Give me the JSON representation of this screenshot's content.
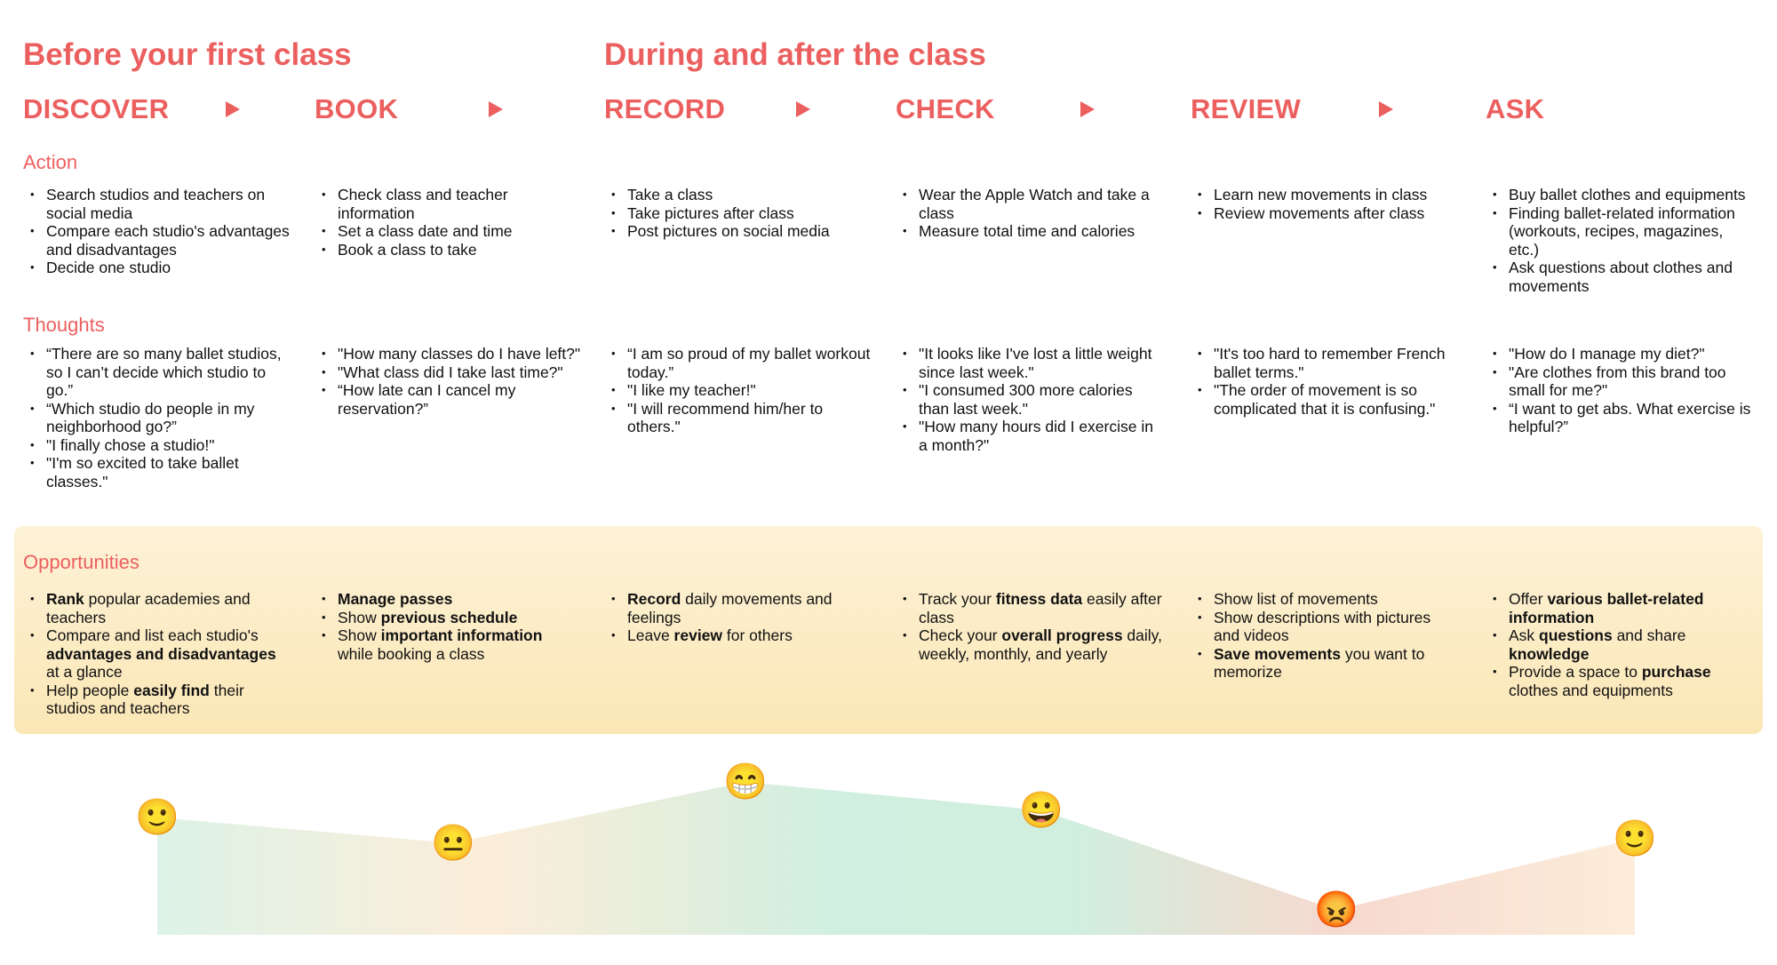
{
  "phases": [
    {
      "label": "Before your first class"
    },
    {
      "label": "During and after the class"
    }
  ],
  "stages": [
    "DISCOVER",
    "BOOK",
    "RECORD",
    "CHECK",
    "REVIEW",
    "ASK"
  ],
  "rows": {
    "action": "Action",
    "thoughts": "Thoughts",
    "opportunities": "Opportunities"
  },
  "action": [
    [
      "Search studios and teachers on social media",
      "Compare each studio's advantages and disadvantages",
      "Decide one studio"
    ],
    [
      "Check class and teacher information",
      "Set a class date and time",
      "Book a class to take"
    ],
    [
      "Take a class",
      "Take pictures after class",
      "Post pictures on social media"
    ],
    [
      "Wear the Apple Watch and take a class",
      "Measure total time and calories"
    ],
    [
      "Learn new movements in class",
      "Review movements after class"
    ],
    [
      "Buy ballet clothes and equipments",
      "Finding ballet-related information (workouts, recipes, magazines, etc.)",
      "Ask questions about clothes and movements"
    ]
  ],
  "thoughts": [
    [
      "“There are so many ballet studios, so I can’t decide which studio to go.”",
      "“Which studio do people in my neighborhood go?”",
      "\"I finally chose a studio!\"",
      "\"I'm so excited to take ballet classes.\""
    ],
    [
      "\"How many classes do I have left?\"",
      "\"What class did I take last time?\"",
      "“How late can I cancel my reservation?”"
    ],
    [
      "“I am so proud of my ballet workout today.”",
      "\"I like my teacher!\"",
      "\"I will recommend him/her to others.\""
    ],
    [
      "\"It looks like I've lost a little weight since last week.\"",
      "\"I consumed 300 more calories than last week.\"",
      "\"How many hours did I exercise in a month?\""
    ],
    [
      "\"It's too hard to remember French ballet terms.\"",
      "\"The order of movement is so complicated that it is confusing.\""
    ],
    [
      "\"How do I manage my diet?\"",
      "\"Are clothes from this brand too small for me?\"",
      "“I want to get abs. What exercise is helpful?”"
    ]
  ],
  "opportunities": [
    [
      [
        {
          "t": "Rank",
          "b": true
        },
        {
          "t": " popular academies and teachers"
        }
      ],
      [
        {
          "t": "Compare and list each studio's "
        },
        {
          "t": "advantages and disadvantages",
          "b": true
        },
        {
          "t": " at a glance"
        }
      ],
      [
        {
          "t": "Help people "
        },
        {
          "t": "easily find",
          "b": true
        },
        {
          "t": " their studios and teachers"
        }
      ]
    ],
    [
      [
        {
          "t": "Manage passes",
          "b": true
        }
      ],
      [
        {
          "t": "Show "
        },
        {
          "t": "previous schedule",
          "b": true
        }
      ],
      [
        {
          "t": "Show "
        },
        {
          "t": "important information",
          "b": true
        },
        {
          "t": " while booking a class"
        }
      ]
    ],
    [
      [
        {
          "t": "Record",
          "b": true
        },
        {
          "t": " daily movements and feelings"
        }
      ],
      [
        {
          "t": "Leave "
        },
        {
          "t": "review",
          "b": true
        },
        {
          "t": " for others"
        }
      ]
    ],
    [
      [
        {
          "t": "Track your "
        },
        {
          "t": "fitness data",
          "b": true
        },
        {
          "t": " easily after class"
        }
      ],
      [
        {
          "t": "Check your "
        },
        {
          "t": "overall progress",
          "b": true
        },
        {
          "t": " daily, weekly, monthly, and yearly"
        }
      ]
    ],
    [
      [
        {
          "t": "Show list of movements"
        }
      ],
      [
        {
          "t": "Show descriptions with pictures and videos"
        }
      ],
      [
        {
          "t": "Save movements",
          "b": true
        },
        {
          "t": " you want to memorize"
        }
      ]
    ],
    [
      [
        {
          "t": "Offer "
        },
        {
          "t": "various ballet-related information",
          "b": true
        }
      ],
      [
        {
          "t": "Ask "
        },
        {
          "t": "questions",
          "b": true
        },
        {
          "t": " and share "
        },
        {
          "t": "knowledge",
          "b": true
        }
      ],
      [
        {
          "t": "Provide a space to "
        },
        {
          "t": "purchase",
          "b": true
        },
        {
          "t": " clothes and equipments"
        }
      ]
    ]
  ],
  "emotion_curve": {
    "moods": [
      {
        "stage": "DISCOVER",
        "emoji": "🙂",
        "level": 0.7
      },
      {
        "stage": "BOOK",
        "emoji": "😐",
        "level": 0.52
      },
      {
        "stage": "RECORD",
        "emoji": "😁",
        "level": 0.95
      },
      {
        "stage": "CHECK",
        "emoji": "😀",
        "level": 0.75
      },
      {
        "stage": "REVIEW",
        "emoji": "😡",
        "level": 0.05
      },
      {
        "stage": "ASK",
        "emoji": "🙂",
        "level": 0.55
      }
    ],
    "colors": {
      "positive": "#cfeede",
      "neutral": "#f9e6cc",
      "negative": "#f6d3c6"
    }
  }
}
